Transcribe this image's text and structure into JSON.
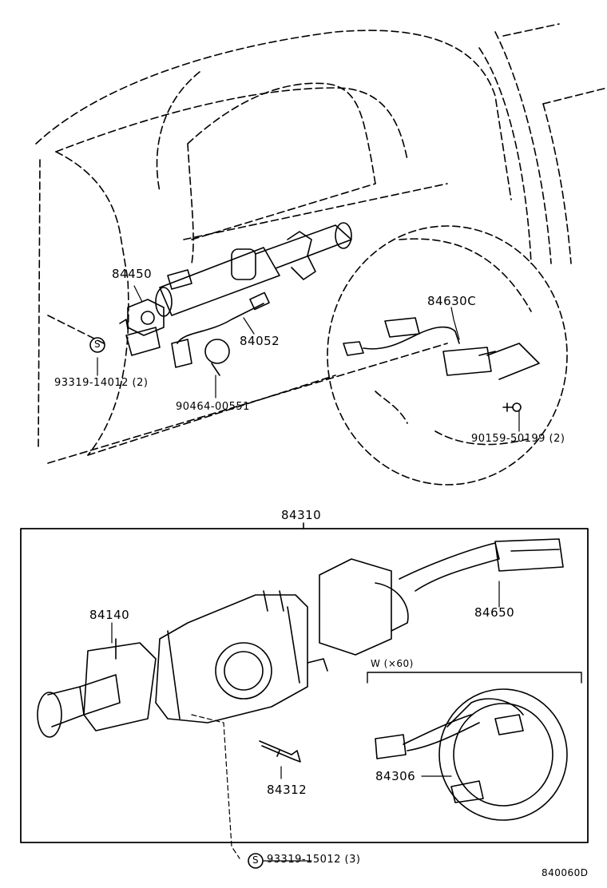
{
  "diagram": {
    "parts": {
      "p84450": "84450",
      "p84052": "84052",
      "p84630c": "84630C",
      "p84310": "84310",
      "p84140": "84140",
      "p84650": "84650",
      "p84306": "84306",
      "p84312": "84312"
    },
    "fasteners": {
      "f93319_14012": "93319-14012 (2)",
      "f90464_00551": "90464-00551",
      "f90159_50199": "90159-50199 (2)",
      "f93319_15012": "93319-15012 (3)"
    },
    "symbols": {
      "s_symbol_1": "S",
      "s_symbol_2": "S"
    },
    "notes": {
      "w_note": "W (×60)"
    },
    "footer": {
      "diagram_code": "840060D"
    }
  }
}
